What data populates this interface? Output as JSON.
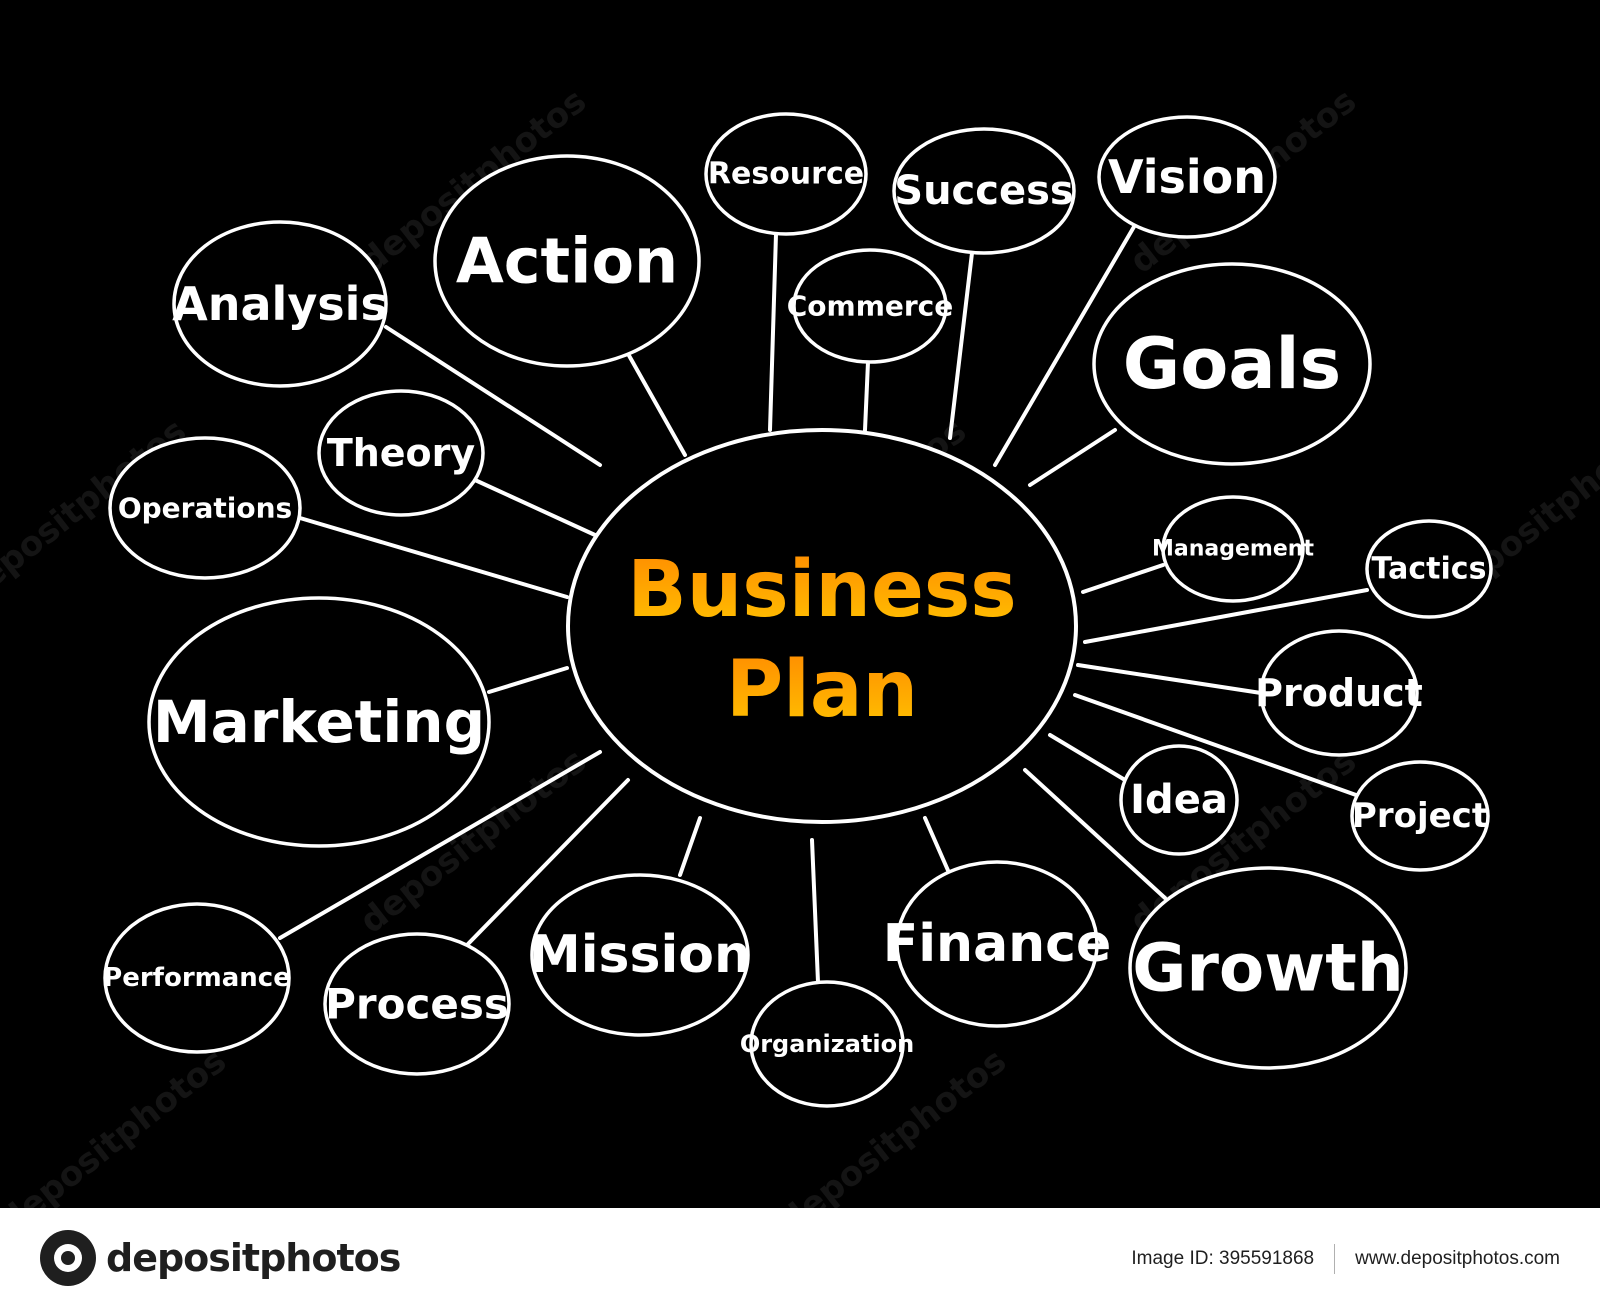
{
  "diagram": {
    "title_line1": "Business",
    "title_line2": "Plan",
    "center_color_top": "#ff8a00",
    "center_color_bottom": "#ffc400",
    "line_color": "#ffffff",
    "background": "#000000",
    "nodes": [
      {
        "id": "analysis",
        "label": "Analysis"
      },
      {
        "id": "action",
        "label": "Action"
      },
      {
        "id": "resource",
        "label": "Resource"
      },
      {
        "id": "success",
        "label": "Success"
      },
      {
        "id": "vision",
        "label": "Vision"
      },
      {
        "id": "commerce",
        "label": "Commerce"
      },
      {
        "id": "goals",
        "label": "Goals"
      },
      {
        "id": "theory",
        "label": "Theory"
      },
      {
        "id": "operations",
        "label": "Operations"
      },
      {
        "id": "management",
        "label": "Management"
      },
      {
        "id": "tactics",
        "label": "Tactics"
      },
      {
        "id": "marketing",
        "label": "Marketing"
      },
      {
        "id": "product",
        "label": "Product"
      },
      {
        "id": "idea",
        "label": "Idea"
      },
      {
        "id": "project",
        "label": "Project"
      },
      {
        "id": "mission",
        "label": "Mission"
      },
      {
        "id": "finance",
        "label": "Finance"
      },
      {
        "id": "growth",
        "label": "Growth"
      },
      {
        "id": "performance",
        "label": "Performance"
      },
      {
        "id": "process",
        "label": "Process"
      },
      {
        "id": "organization",
        "label": "Organization"
      }
    ]
  },
  "watermark_text": "depositphotos",
  "footer": {
    "logo_text": "depositphotos",
    "image_id": "Image ID: 395591868",
    "site": "www.depositphotos.com"
  }
}
